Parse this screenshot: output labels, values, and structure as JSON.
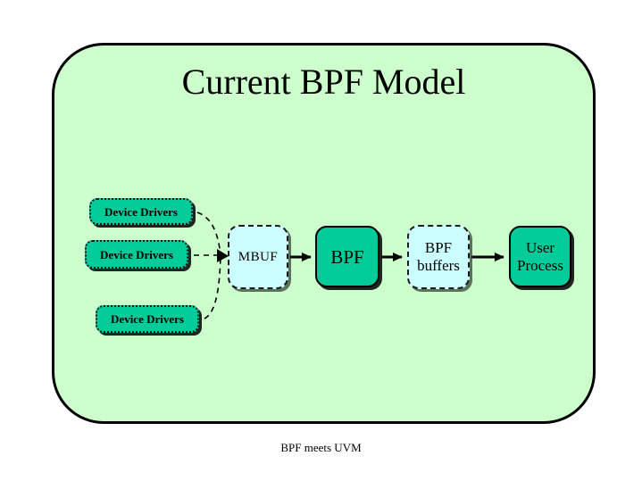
{
  "slide": {
    "title": "Current BPF Model",
    "footer": "BPF meets UVM",
    "background_color": "#ffffff",
    "panel_color": "#ccffcc",
    "panel_border_color": "#000000"
  },
  "palette": {
    "teal": "#00cc99",
    "cyan": "#ccffff",
    "outline": "#000000",
    "text": "#000000"
  },
  "diagram": {
    "type": "flow",
    "drivers": [
      {
        "label": "Device Drivers"
      },
      {
        "label": "Device Drivers"
      },
      {
        "label": "Device Drivers"
      }
    ],
    "pipeline": [
      {
        "label": "MBUF",
        "fill": "#ccffff",
        "border": "dashed"
      },
      {
        "label": "BPF",
        "fill": "#00cc99",
        "border": "solid"
      },
      {
        "label": "BPF buffers",
        "fill": "#ccffff",
        "border": "dashed"
      },
      {
        "label": "User Process",
        "fill": "#00cc99",
        "border": "solid"
      }
    ],
    "buffers_line1": "BPF",
    "buffers_line2": "buffers",
    "user_line1": "User",
    "user_line2": "Process",
    "connections": [
      {
        "from": "Device Drivers",
        "to": "MBUF",
        "style": "dashed-curve"
      },
      {
        "from": "Device Drivers",
        "to": "MBUF",
        "style": "dashed-line"
      },
      {
        "from": "Device Drivers",
        "to": "MBUF",
        "style": "dashed-curve"
      },
      {
        "from": "MBUF",
        "to": "BPF",
        "style": "solid"
      },
      {
        "from": "BPF",
        "to": "BPF buffers",
        "style": "solid"
      },
      {
        "from": "BPF buffers",
        "to": "User Process",
        "style": "solid"
      }
    ]
  }
}
